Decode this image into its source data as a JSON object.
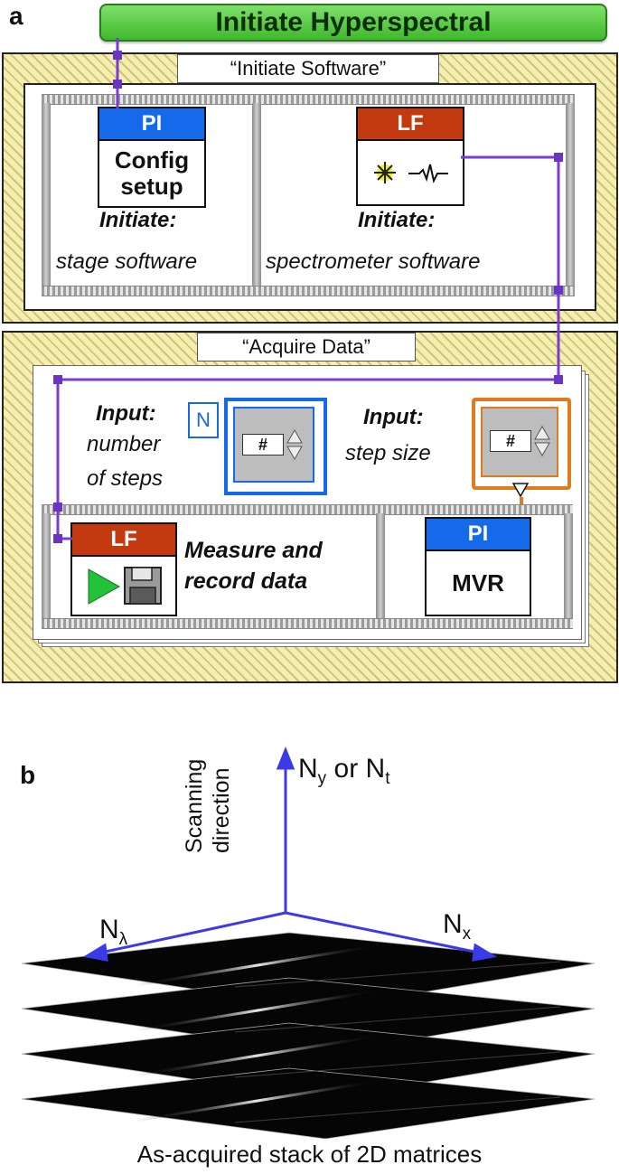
{
  "panel_a_label": "a",
  "panel_b_label": "b",
  "start_button": "Initiate Hyperspectral",
  "frames": {
    "software_title": "“Initiate Software”",
    "acquire_title": "“Acquire Data”"
  },
  "software": {
    "pi_config": {
      "head": "PI",
      "line1": "Config",
      "line2": "setup"
    },
    "stage_caption": {
      "bold": "Initiate:",
      "italic": "stage software"
    },
    "lf_node": {
      "head": "LF"
    },
    "spec_caption": {
      "bold": "Initiate:",
      "italic": "spectrometer software"
    }
  },
  "acquire": {
    "steps_input": {
      "bold": "Input:",
      "line1": "number",
      "line2": "of steps",
      "indicator": "N",
      "field": "#"
    },
    "size_input": {
      "bold": "Input:",
      "italic": "step size",
      "field": "#"
    },
    "lf_record": {
      "head": "LF",
      "line1": "Measure and",
      "line2": "record data"
    },
    "pi_mvr": {
      "head": "PI",
      "body": "MVR"
    }
  },
  "panel_b": {
    "axis_up": "Ny or Nt",
    "axis_up_main1": "N",
    "axis_up_sub1": "y",
    "axis_up_mid": " or N",
    "axis_up_sub2": "t",
    "axis_left_main": "N",
    "axis_left_sub": "λ",
    "axis_right_main": "N",
    "axis_right_sub": "x",
    "scan_line1": "Scanning",
    "scan_line2": "direction",
    "bottom_caption": "As-acquired stack of 2D matrices"
  },
  "colors": {
    "pi_blue": "#1669e8",
    "lf_red": "#c33a10",
    "wire_purple": "#7a3ccf",
    "orange": "#e07b1e",
    "axis_blue": "#3a3ae8",
    "green_button": "#3fb82c"
  }
}
